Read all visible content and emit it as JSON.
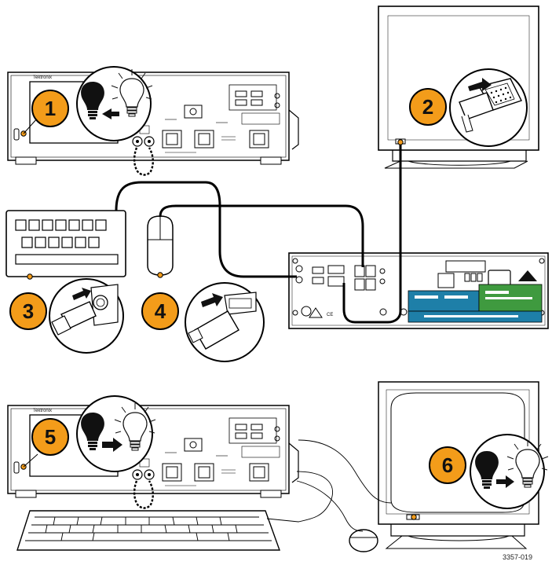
{
  "title": "",
  "figure_id": "3357-019",
  "brand": "Tektronix",
  "colors": {
    "step_fill": "#f39c1a",
    "step_stroke": "#000000",
    "line": "#000000",
    "panel_blue": "#1e7fa8",
    "panel_green": "#3f9a3f",
    "background": "#ffffff"
  },
  "steps": [
    {
      "number": "1",
      "desc_icon": "power-off-bulb-icon"
    },
    {
      "number": "2",
      "desc_icon": "vga-connector-icon"
    },
    {
      "number": "3",
      "desc_icon": "ps2-connector-icon"
    },
    {
      "number": "4",
      "desc_icon": "usb-connector-icon"
    },
    {
      "number": "5",
      "desc_icon": "power-on-bulb-icon"
    },
    {
      "number": "6",
      "desc_icon": "power-on-bulb-icon"
    }
  ]
}
